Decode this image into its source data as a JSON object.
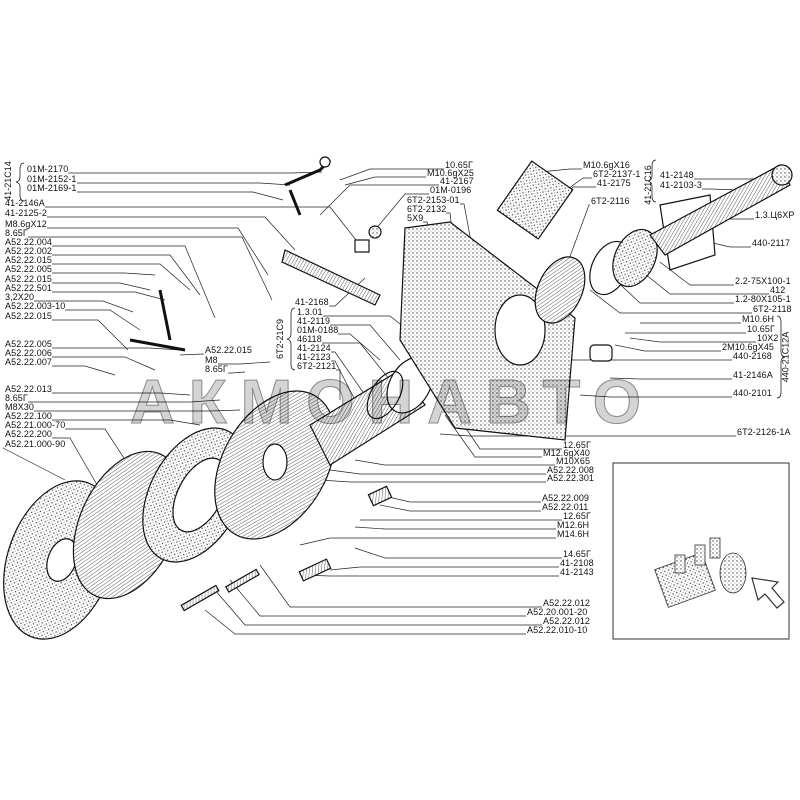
{
  "watermark": "АКМОНАВТО",
  "groups": {
    "g_41_21C14": "41-21С14",
    "g_41_21C16": "41-21С16",
    "g_6T2_21C9": "6Т2-21С9",
    "g_440_21C12A": "440-21С12А"
  },
  "labels": {
    "left": [
      "01М-2170",
      "01М-2152-1",
      "01М-2169-1",
      "41-2146А",
      "41-2125-2",
      "М8.6gХ12",
      "8.65Г",
      "А52.22.004",
      "А52.22.002",
      "А52.22.015",
      "А52.22.005",
      "А52.22.015",
      "А52.22.501",
      "3,2Х20",
      "А52.22.003-10",
      "А52.22.015",
      "А52.22.005",
      "А52.22.006",
      "А52.22.007",
      "А52.22.013",
      "8.65Г",
      "М8Х30",
      "А52.22.100",
      "А52.21.000-70",
      "А52.22.200",
      "А52.21.000-90"
    ],
    "right": [
      "М10.6gХ16",
      "6Т2-2137-1",
      "41-2175",
      "6Т2-2116",
      "41-2148",
      "41-2103-3",
      "1.3.Ц6ХР",
      "440-2117",
      "2.2-75Х100-1",
      "412",
      "1.2-80Х105-1",
      "6Т2-2118",
      "М10.6Н",
      "10.65Г",
      "10Х2",
      "2М10.6gХ45",
      "440-2168",
      "41-2146А",
      "440-2101",
      "6Т2-2126-1А"
    ],
    "center": [
      "10.65Г",
      "М10.6gХ25",
      "41-2167",
      "01М-0196",
      "6Т2-2153-01",
      "6Т2-2132",
      "5Х9",
      "41-2168",
      "1.3.01",
      "41-2119",
      "01М-0188",
      "46118",
      "41-2124",
      "41-2123",
      "6Т2-2121",
      "А52.22.015",
      "М8",
      "8.65Г"
    ],
    "bottom": [
      "12.65Г",
      "М12.6gХ40",
      "М10Х65",
      "А52.22.008",
      "А52.22.301",
      "А52.22.009",
      "А52.22.011",
      "12.65Г",
      "М12.6Н",
      "М14.6Н",
      "14.65Г",
      "41-2108",
      "41-2143",
      "А52.22.012",
      "А52.20.001-20",
      "А52.22.012",
      "А52.22.010-10"
    ]
  }
}
